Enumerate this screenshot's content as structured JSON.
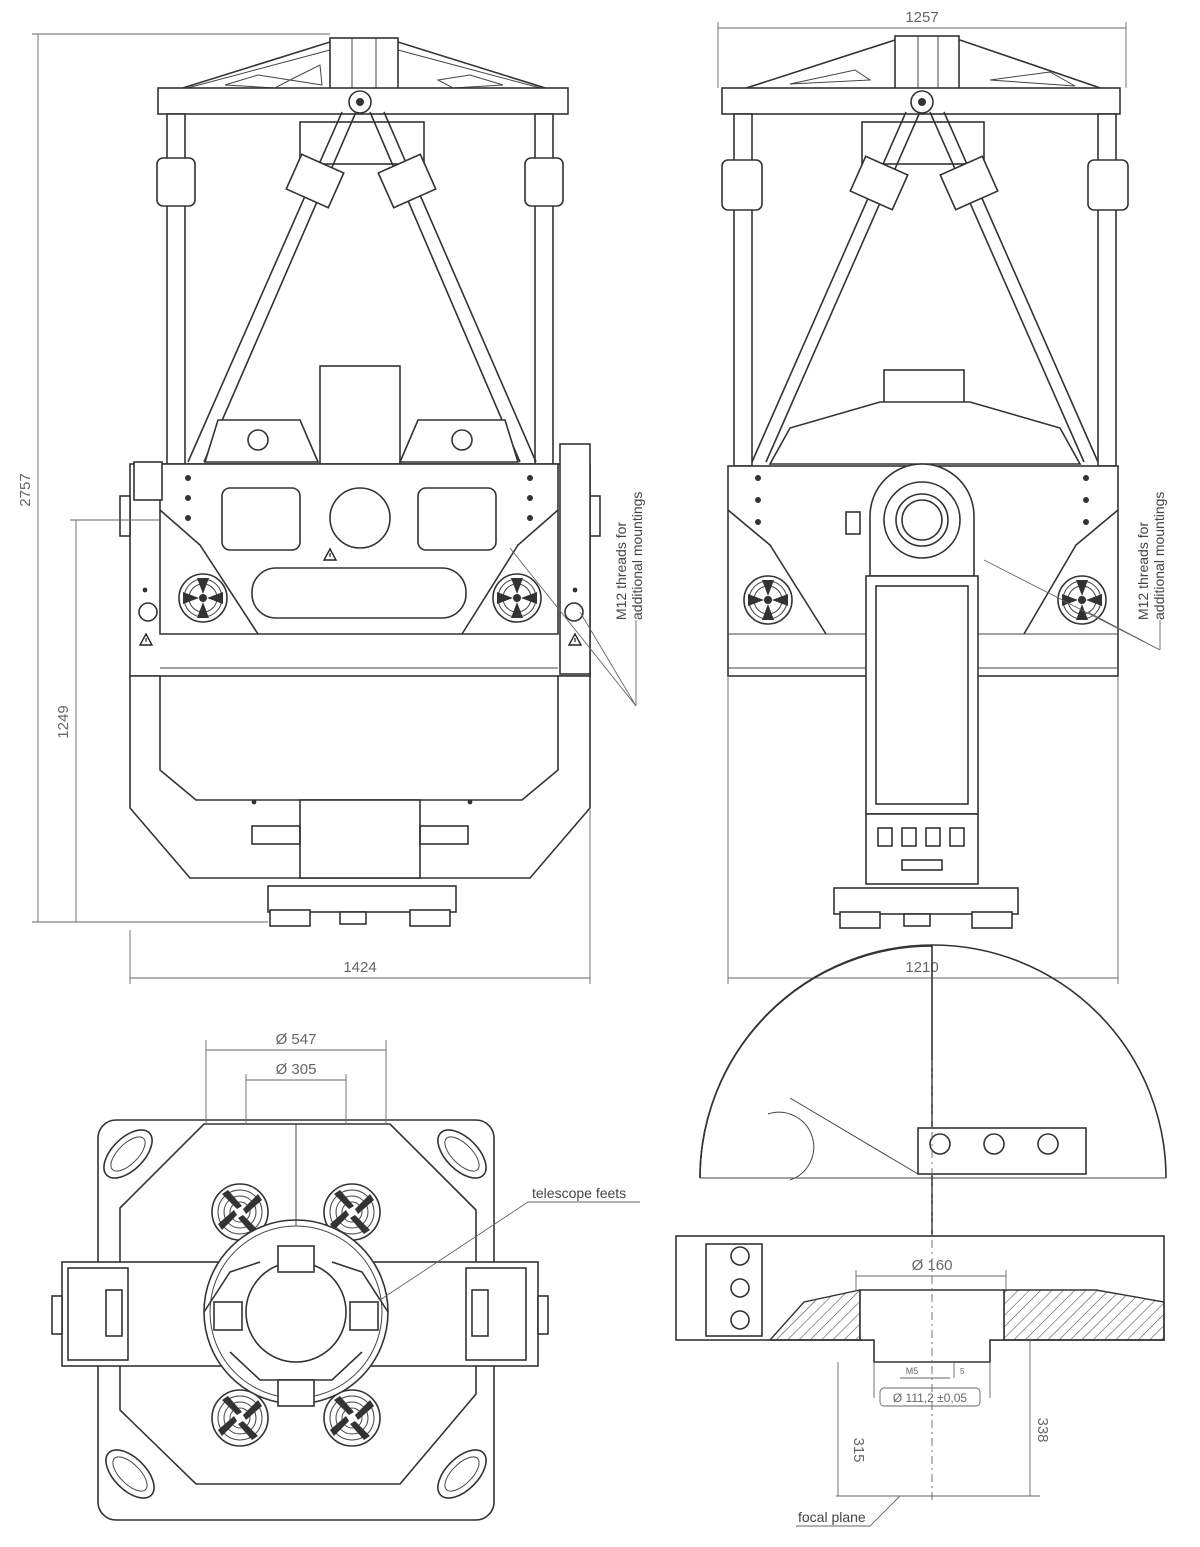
{
  "views": {
    "front": {
      "dim_height_total": "2757",
      "dim_height_axis": "1249",
      "dim_width": "1424",
      "note_line1": "M12 threads for",
      "note_line2": "additional mountings"
    },
    "side": {
      "dim_top_width": "1257",
      "dim_width": "1210",
      "note_line1": "M12 threads for",
      "note_line2": "additional mountings"
    },
    "top": {
      "dim_outer_dia": "Ø 547",
      "dim_inner_dia": "Ø 305",
      "label_feet": "telescope feets"
    },
    "detail": {
      "dim_dia_160": "Ø 160",
      "dim_thread": "M5",
      "dim_small": "5",
      "dim_tolerance": "Ø 111,2 ±0,05",
      "dim_315": "315",
      "dim_338": "338",
      "label_focal": "focal plane"
    }
  }
}
